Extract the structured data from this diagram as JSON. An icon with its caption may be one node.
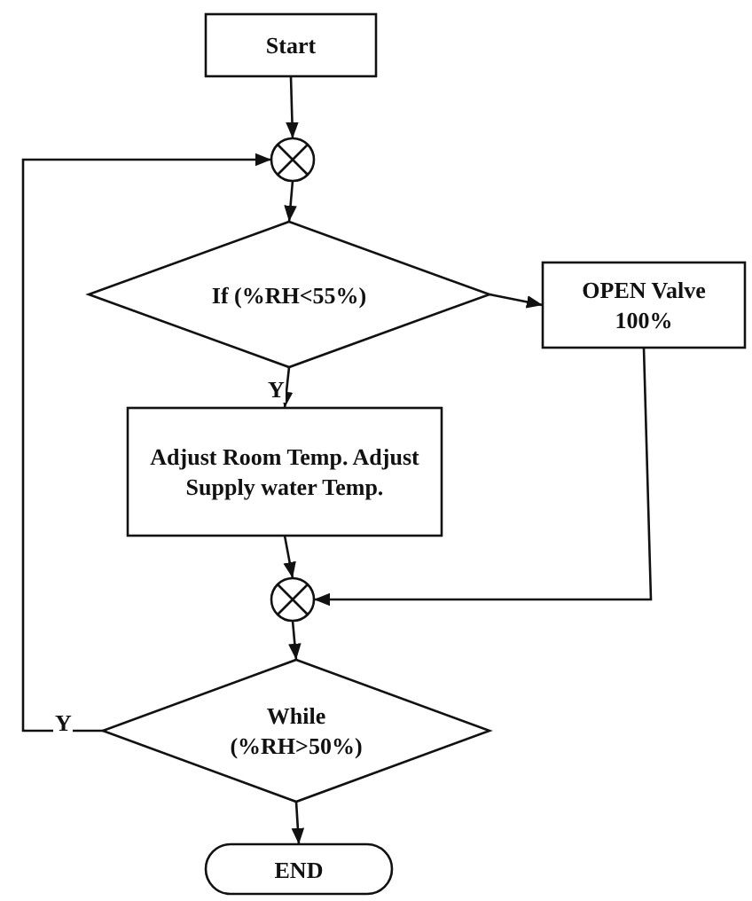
{
  "diagram": {
    "nodes": [
      {
        "text": [
          "Start"
        ]
      },
      {
        "text": [],
        "shape": "circle"
      },
      {
        "text": [
          "If (%RH<55%)"
        ]
      },
      {
        "text": [
          "OPEN Valve 100%"
        ]
      },
      {
        "text": [
          "Adjust Room Temp. Adjust Supply water Temp."
        ]
      },
      {
        "text": [],
        "shape": "circle"
      },
      {
        "text": [
          "While (%RH>50%)"
        ]
      },
      {
        "text": [
          "END"
        ]
      }
    ],
    "edges": [
      {
        "from": 0,
        "to": 1,
        "arrow": "to"
      },
      {
        "from": 1,
        "to": 2,
        "arrow": "to"
      },
      {
        "from": 2,
        "to": 3,
        "arrow": "to"
      },
      {
        "from": 2,
        "to": 4,
        "arrow": "to",
        "label": "Y"
      },
      {
        "from": 4,
        "to": 5,
        "arrow": "to"
      },
      {
        "from": 3,
        "to": 5,
        "arrow": "to"
      },
      {
        "from": 5,
        "to": 6,
        "arrow": "to"
      },
      {
        "from": 6,
        "to": 1,
        "arrow": "to",
        "label": "Y"
      },
      {
        "from": 6,
        "to": 7,
        "arrow": "to"
      }
    ]
  }
}
